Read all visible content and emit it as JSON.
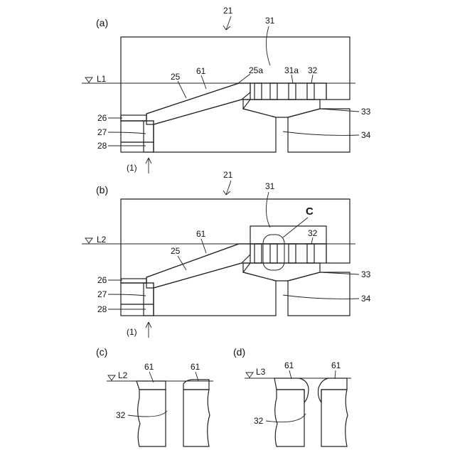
{
  "panels": {
    "a": {
      "title": "(a)",
      "ref_main": "21",
      "level": "L1",
      "refs": [
        "31",
        "25",
        "61",
        "25a",
        "31a",
        "32",
        "26",
        "27",
        "28",
        "33",
        "34"
      ],
      "flow": "(1)"
    },
    "b": {
      "title": "(b)",
      "ref_main": "21",
      "level": "L2",
      "refs": [
        "31",
        "61",
        "25",
        "32",
        "26",
        "27",
        "28",
        "33",
        "34"
      ],
      "callout": "C",
      "flow": "(1)"
    },
    "c": {
      "title": "(c)",
      "level": "L2",
      "refs": [
        "61",
        "61",
        "32"
      ]
    },
    "d": {
      "title": "(d)",
      "level": "L3",
      "refs": [
        "61",
        "61",
        "32"
      ]
    }
  },
  "colors": {
    "line": "#222222",
    "hatch": "#555555",
    "dots": "#333333",
    "background": "#ffffff"
  }
}
